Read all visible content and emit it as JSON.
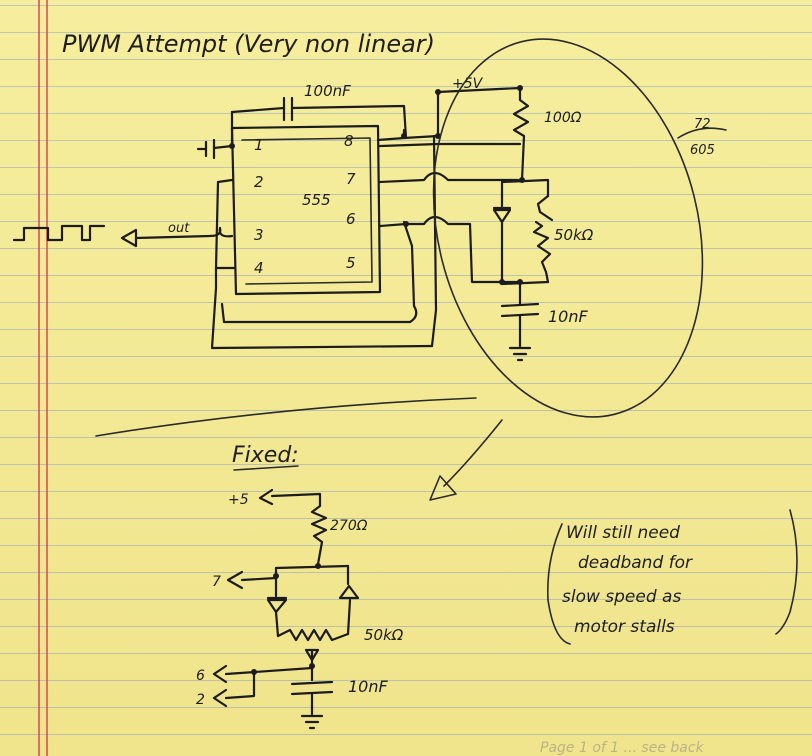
{
  "title": "PWM Attempt (Very non linear)",
  "top_circuit": {
    "supply": "+5V",
    "cap_top": "100nF",
    "ic_label": "555",
    "pins": {
      "p1": "1",
      "p2": "2",
      "p3": "3",
      "p4": "4",
      "p5": "5",
      "p6": "6",
      "p7": "7",
      "p8": "8"
    },
    "out_label": "out",
    "r1": "100Ω",
    "pot": "50kΩ",
    "cap_timing": "10nF"
  },
  "margin_note": {
    "top": "72",
    "bottom": "605"
  },
  "fixed": {
    "heading": "Fixed:",
    "supply": "+5",
    "r1": "270Ω",
    "pin7": "7",
    "pot": "50kΩ",
    "pin6": "6",
    "pin2": "2",
    "cap": "10nF"
  },
  "note": {
    "line1": "Will still need",
    "line2": "deadband for",
    "line3": "slow speed as",
    "line4": "motor stalls"
  },
  "bottom_bleed": "Page 1 of 1 ... see back",
  "colors": {
    "paper": "#f3ea9a",
    "rule": "#7896c8",
    "margin": "#dc4650",
    "ink": "#1c1c1c"
  }
}
